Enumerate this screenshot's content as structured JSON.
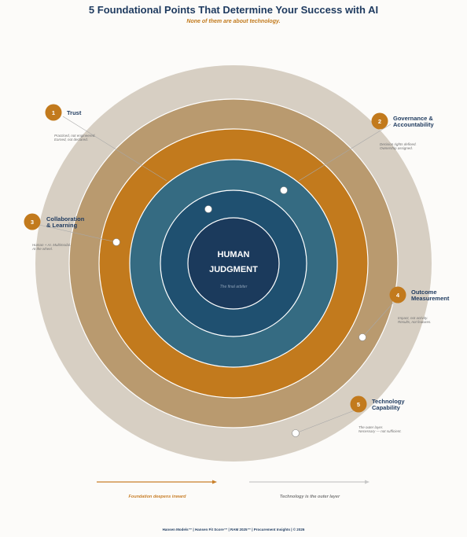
{
  "header": {
    "title": "5 Foundational Points That Determine Your Success with AI",
    "subtitle": "None of them are about technology."
  },
  "center": {
    "title_line1": "HUMAN",
    "title_line2": "JUDGMENT",
    "subtitle": "The final arbiter"
  },
  "points": [
    {
      "number": "1",
      "title_line1": "Trust",
      "title_line2": "",
      "desc_line1": "Practiced, not engineered.",
      "desc_line2": "Earned, not declared."
    },
    {
      "number": "2",
      "title_line1": "Governance &",
      "title_line2": "Accountability",
      "desc_line1": "Decision rights defined.",
      "desc_line2": "Ownership assigned."
    },
    {
      "number": "3",
      "title_line1": "Collaboration",
      "title_line2": "& Learning",
      "desc_line1": "Human + AI. Multimodal.",
      "desc_line2": "At the wheel."
    },
    {
      "number": "4",
      "title_line1": "Outcome",
      "title_line2": "Measurement",
      "desc_line1": "Impact, not activity.",
      "desc_line2": "Results, not features."
    },
    {
      "number": "5",
      "title_line1": "Technology",
      "title_line2": "Capability",
      "desc_line1": "The outer layer.",
      "desc_line2": "Necessary — not sufficient."
    }
  ],
  "bottom": {
    "left_label": "Foundation deepens inward",
    "right_label": "Technology is the outer layer"
  },
  "footer": {
    "text": "Hansen Models™  |  Hansen Fit Score™  |  RAM 2025™  |  Procurement Insights  |  © 2026"
  },
  "colors": {
    "ring_outer": "#d7cfc3",
    "ring_2": "#b99a6f",
    "ring_3": "#c27a1d",
    "ring_4": "#356b82",
    "ring_5": "#1f5070",
    "core": "#1b3a5c",
    "badge": "#c27a1d",
    "navy_text": "#1e3a5f",
    "arrow_left": "#c9802b",
    "arrow_right": "#c8c8c8"
  }
}
